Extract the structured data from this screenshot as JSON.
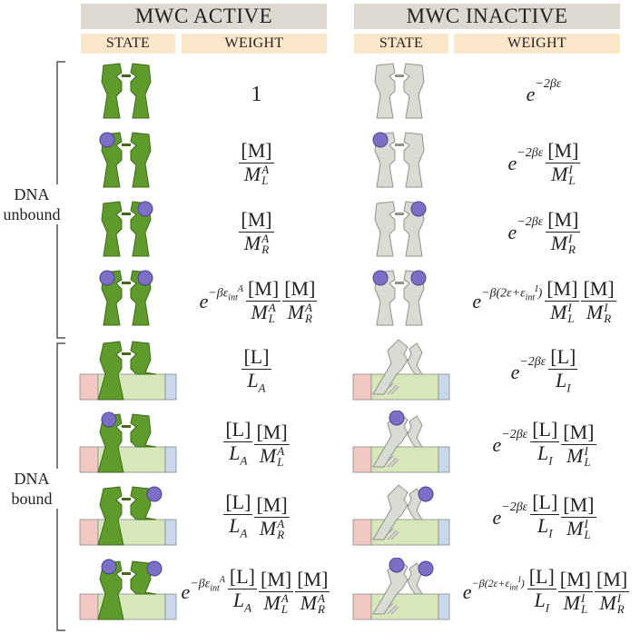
{
  "headers": {
    "active": "MWC ACTIVE",
    "inactive": "MWC INACTIVE",
    "state": "STATE",
    "weight": "WEIGHT"
  },
  "groups": {
    "unbound_line1": "DNA",
    "unbound_line2": "unbound",
    "bound_line1": "DNA",
    "bound_line2": "bound"
  },
  "colors": {
    "active_fill": "#5f9a2c",
    "inactive_fill": "#d9dcd3",
    "ligand": "#7b6fc6",
    "dna_green": "#d8e7b9",
    "dna_red": "#f1c9c2",
    "dna_blue": "#c7d8ec"
  },
  "sym": {
    "one": "1",
    "e": "e",
    "M": "[M]",
    "L": "[L]",
    "Md": "M",
    "Ld": "L",
    "A": "A",
    "I": "I",
    "Lsub": "L",
    "Rsub": "R",
    "exp_active_int": "−βε",
    "exp_active_int_sub": "int",
    "exp_active_int_sup": "A",
    "exp_inactive": "−2βε",
    "exp_inactive_int_a": "−β(2ε+ε",
    "exp_inactive_int_b": "int",
    "exp_inactive_int_c": "I",
    "exp_inactive_int_d": ")"
  }
}
